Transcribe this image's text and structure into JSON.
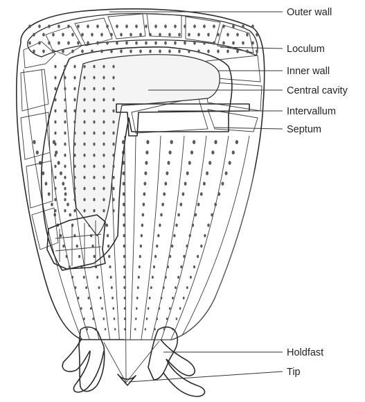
{
  "labels": {
    "outer_wall": "Outer wall",
    "loculum": "Loculum",
    "inner_wall": "Inner wall",
    "central_cavity": "Central cavity",
    "intervallum": "Intervallum",
    "septum": "Septum",
    "holdfast": "Holdfast",
    "tip": "Tip"
  }
}
